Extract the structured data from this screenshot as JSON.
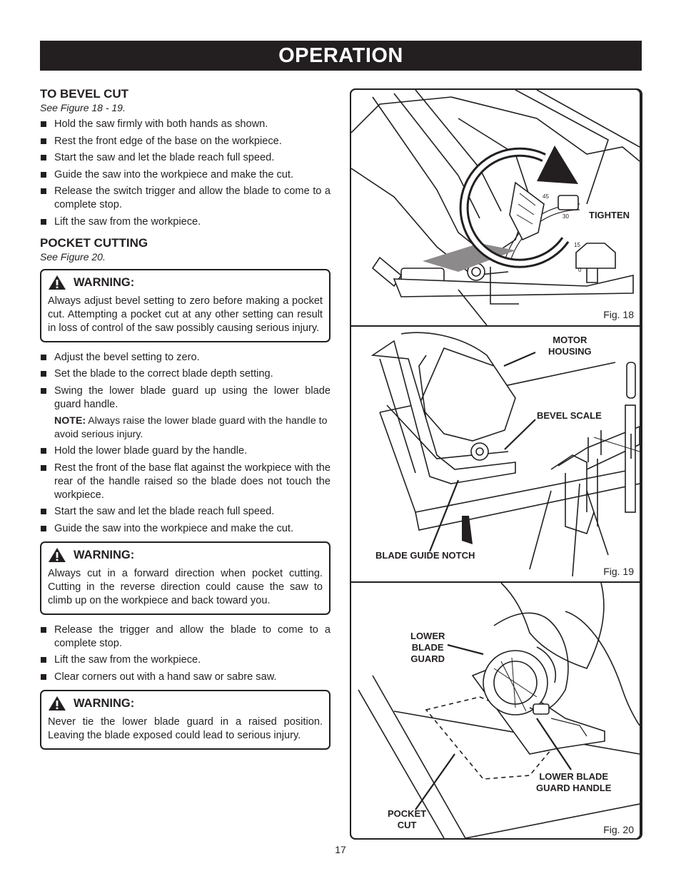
{
  "banner": "OPERATION",
  "bevel": {
    "heading": "TO BEVEL CUT",
    "see": "See Figure 18 - 19.",
    "items": [
      "Hold the saw firmly with both hands as shown.",
      "Rest the front edge of the base on the workpiece.",
      "Start the saw and let the blade reach full speed.",
      "Guide the saw into the workpiece and make the cut.",
      "Release the switch trigger and allow the blade to come to a complete stop.",
      "Lift the saw from the workpiece."
    ]
  },
  "pocket": {
    "heading": "POCKET CUTTING",
    "see": "See Figure 20.",
    "warning1": {
      "title": "WARNING:",
      "text": "Always adjust bevel setting to zero before making a pocket cut. Attempting a pocket cut at any other setting can result in loss of control of the saw possibly causing serious injury."
    },
    "items_a": [
      "Adjust the bevel setting to zero.",
      "Set the blade to the correct blade depth setting.",
      "Swing the lower blade guard up using the lower blade guard handle."
    ],
    "note_label": "NOTE:",
    "note_text": " Always raise the lower blade guard with the handle to avoid serious injury.",
    "items_b": [
      "Hold the lower blade guard by the handle.",
      "Rest the front of the base flat against the workpiece with the rear of the handle raised so the blade does not touch the workpiece.",
      "Start the saw and let the blade reach full speed.",
      "Guide the saw into the workpiece and make the cut."
    ],
    "warning2": {
      "title": "WARNING:",
      "text": "Always cut in a forward direction when pocket cutting. Cutting in the reverse direction could cause the saw to climb up on the workpiece and back toward you."
    },
    "items_c": [
      "Release the trigger and allow the blade to come to a complete stop.",
      "Lift the saw from the workpiece.",
      "Clear corners out with a hand saw or sabre saw."
    ],
    "warning3": {
      "title": "WARNING:",
      "text": "Never tie the lower blade guard in a raised position. Leaving the blade exposed could lead to serious injury."
    }
  },
  "fig18": {
    "label": "Fig. 18",
    "tighten": "TIGHTEN",
    "scale": [
      "45",
      "30",
      "15",
      "0"
    ]
  },
  "fig19": {
    "label": "Fig. 19",
    "motor1": "MOTOR",
    "motor2": "HOUSING",
    "bevel_scale": "BEVEL SCALE",
    "notch": "BLADE GUIDE NOTCH"
  },
  "fig20": {
    "label": "Fig. 20",
    "lbg1": "LOWER",
    "lbg2": "BLADE",
    "lbg3": "GUARD",
    "lbgh1": "LOWER BLADE",
    "lbgh2": "GUARD HANDLE",
    "pc1": "POCKET",
    "pc2": "CUT"
  },
  "page_number": "17"
}
